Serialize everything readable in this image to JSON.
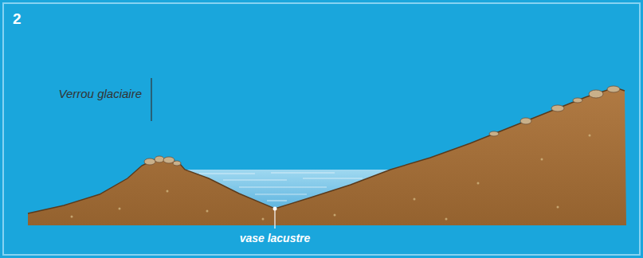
{
  "diagram": {
    "labels": [
      "2",
      "Verrou glaciaire",
      "vase lacustre"
    ]
  }
}
